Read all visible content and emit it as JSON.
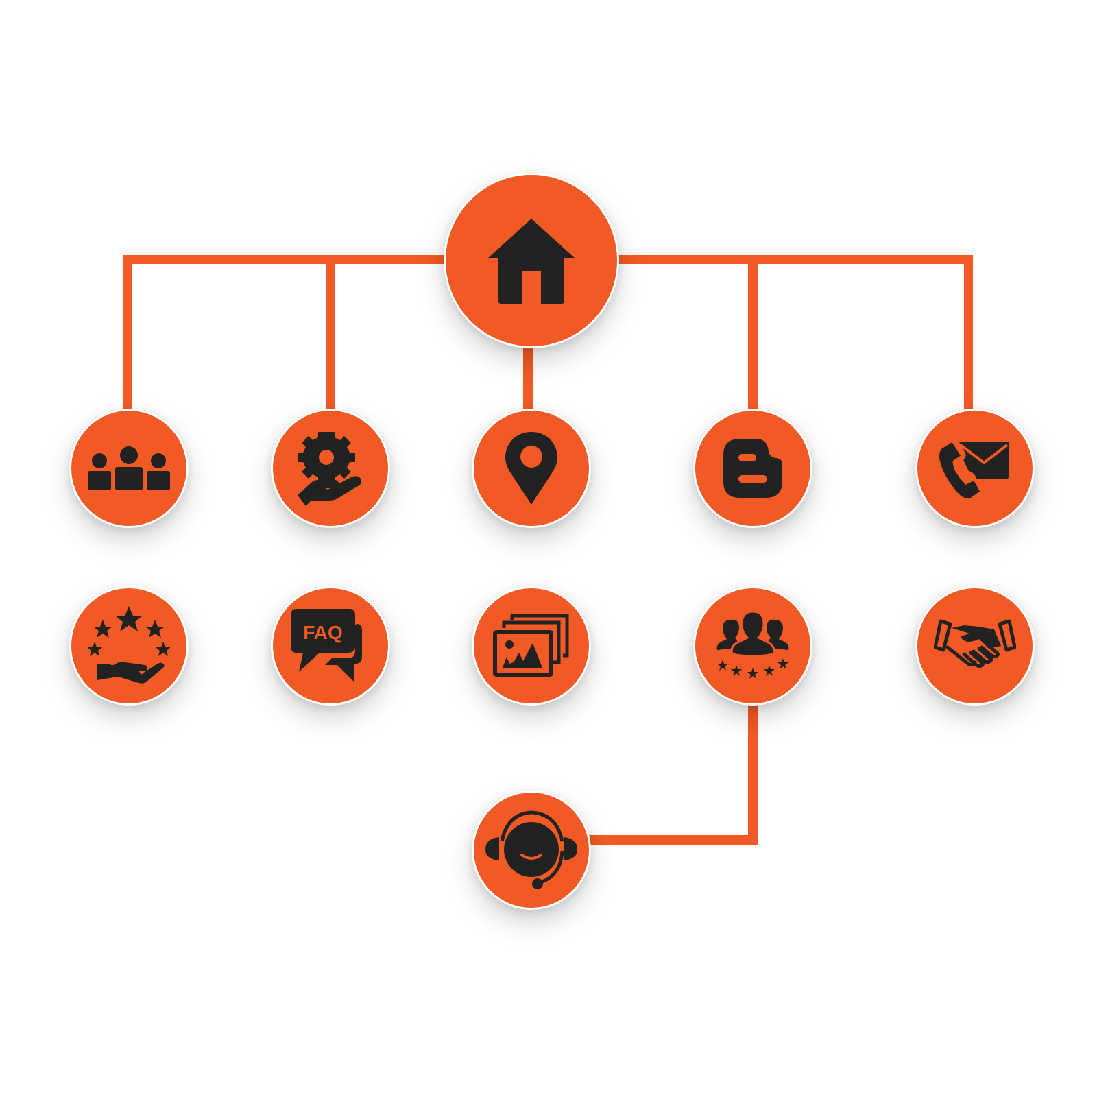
{
  "diagram": {
    "type": "sitemap-hierarchy",
    "colors": {
      "node_fill": "#F15A24",
      "connector": "#F15A24",
      "icon": "#222222",
      "background": "#FFFFFF",
      "node_border": "#FFFFFF"
    },
    "hub": {
      "icon": "home-icon",
      "label": "Home"
    },
    "row1": [
      {
        "icon": "team-icon",
        "label": "About Us",
        "connected_to": "hub"
      },
      {
        "icon": "service-gear-hand-icon",
        "label": "Services",
        "connected_to": "hub"
      },
      {
        "icon": "location-pin-icon",
        "label": "Location",
        "connected_to": "hub"
      },
      {
        "icon": "blogger-icon",
        "label": "Blog",
        "connected_to": "hub"
      },
      {
        "icon": "phone-mail-icon",
        "label": "Contact",
        "connected_to": "hub"
      }
    ],
    "row2": [
      {
        "icon": "rating-stars-hand-icon",
        "label": "Reviews"
      },
      {
        "icon": "faq-bubble-icon",
        "label": "FAQ",
        "icon_text": "FAQ"
      },
      {
        "icon": "image-gallery-icon",
        "label": "Gallery"
      },
      {
        "icon": "customer-rating-icon",
        "label": "Testimonials"
      },
      {
        "icon": "handshake-icon",
        "label": "Partners"
      }
    ],
    "row3": [
      {
        "icon": "customer-support-headset-icon",
        "label": "Support",
        "connected_to": "Testimonials"
      }
    ]
  }
}
